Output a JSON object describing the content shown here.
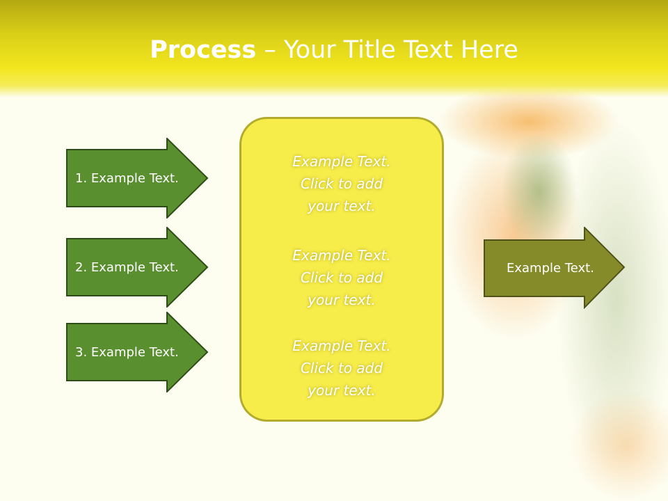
{
  "title": {
    "bold": "Process",
    "rest": " – Your Title Text Here"
  },
  "left_arrows": [
    {
      "label": "1. Example Text."
    },
    {
      "label": "2. Example Text."
    },
    {
      "label": "3. Example Text."
    }
  ],
  "center_blocks": [
    {
      "line1": "Example Text.",
      "line2": "Click  to add",
      "line3": "your text."
    },
    {
      "line1": "Example Text.",
      "line2": "Click  to add",
      "line3": "your text."
    },
    {
      "line1": "Example Text.",
      "line2": "Click  to add",
      "line3": "your text."
    }
  ],
  "right_arrow": {
    "label": "Example Text."
  },
  "colors": {
    "left_arrow_fill": "#5a8f30",
    "left_arrow_stroke": "#2f4d18",
    "right_arrow_fill": "#868b2a",
    "right_arrow_stroke": "#4f521a",
    "center_box_fill": "#f6ec4a",
    "header": "#e6dc1a"
  }
}
